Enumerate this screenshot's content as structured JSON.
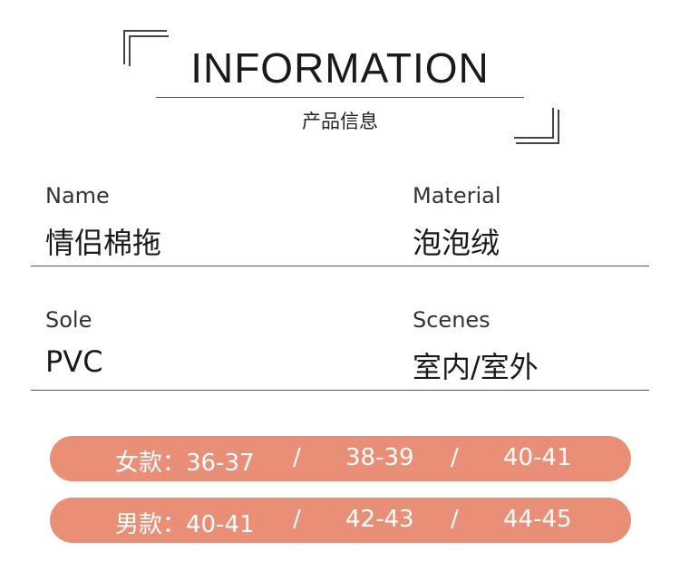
{
  "header": {
    "title": "INFORMATION",
    "subtitle": "产品信息"
  },
  "info": {
    "name_label": "Name",
    "name_value": "情侣棉拖",
    "material_label": "Material",
    "material_value": "泡泡绒",
    "sole_label": "Sole",
    "sole_value": "PVC",
    "scenes_label": "Scenes",
    "scenes_value": "室内/室外"
  },
  "sizes": {
    "women": {
      "label": "女款：36-37",
      "sep1": "/",
      "size2": "38-39",
      "sep2": "/",
      "size3": "40-41"
    },
    "men": {
      "label": "男款：40-41",
      "sep1": "/",
      "size2": "42-43",
      "sep2": "/",
      "size3": "44-45"
    }
  },
  "colors": {
    "pill_background": "#e98f78",
    "pill_text": "#ffffff"
  }
}
